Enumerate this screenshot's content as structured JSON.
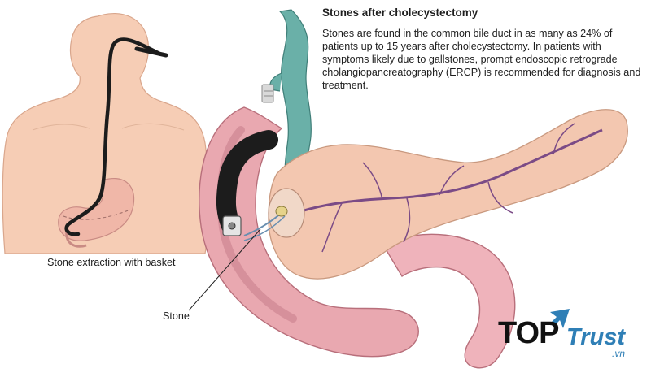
{
  "header": {
    "title": "Stones after cholecystectomy",
    "body": "Stones are found in the common bile duct in as many as 24% of patients up to 15 years after cholecystectomy. In patients with symptoms likely due to gallstones, prompt endoscopic retrograde cholangiopancreatography (ERCP) is recommended for diagnosis and treatment."
  },
  "labels": {
    "basket": "Stone extraction with basket",
    "stone": "Stone"
  },
  "logo": {
    "top": "TOP",
    "trust": "Trust",
    "vn": ".vn"
  },
  "colors": {
    "skin": "#f6cdb5",
    "duodenum": "#e9a8b0",
    "pancreas": "#f3c7b0",
    "duct": "#6ab0a8",
    "vessels": "#7b4b86",
    "endoscope": "#1c1c1c",
    "brand_blue": "#2f7fb6"
  }
}
